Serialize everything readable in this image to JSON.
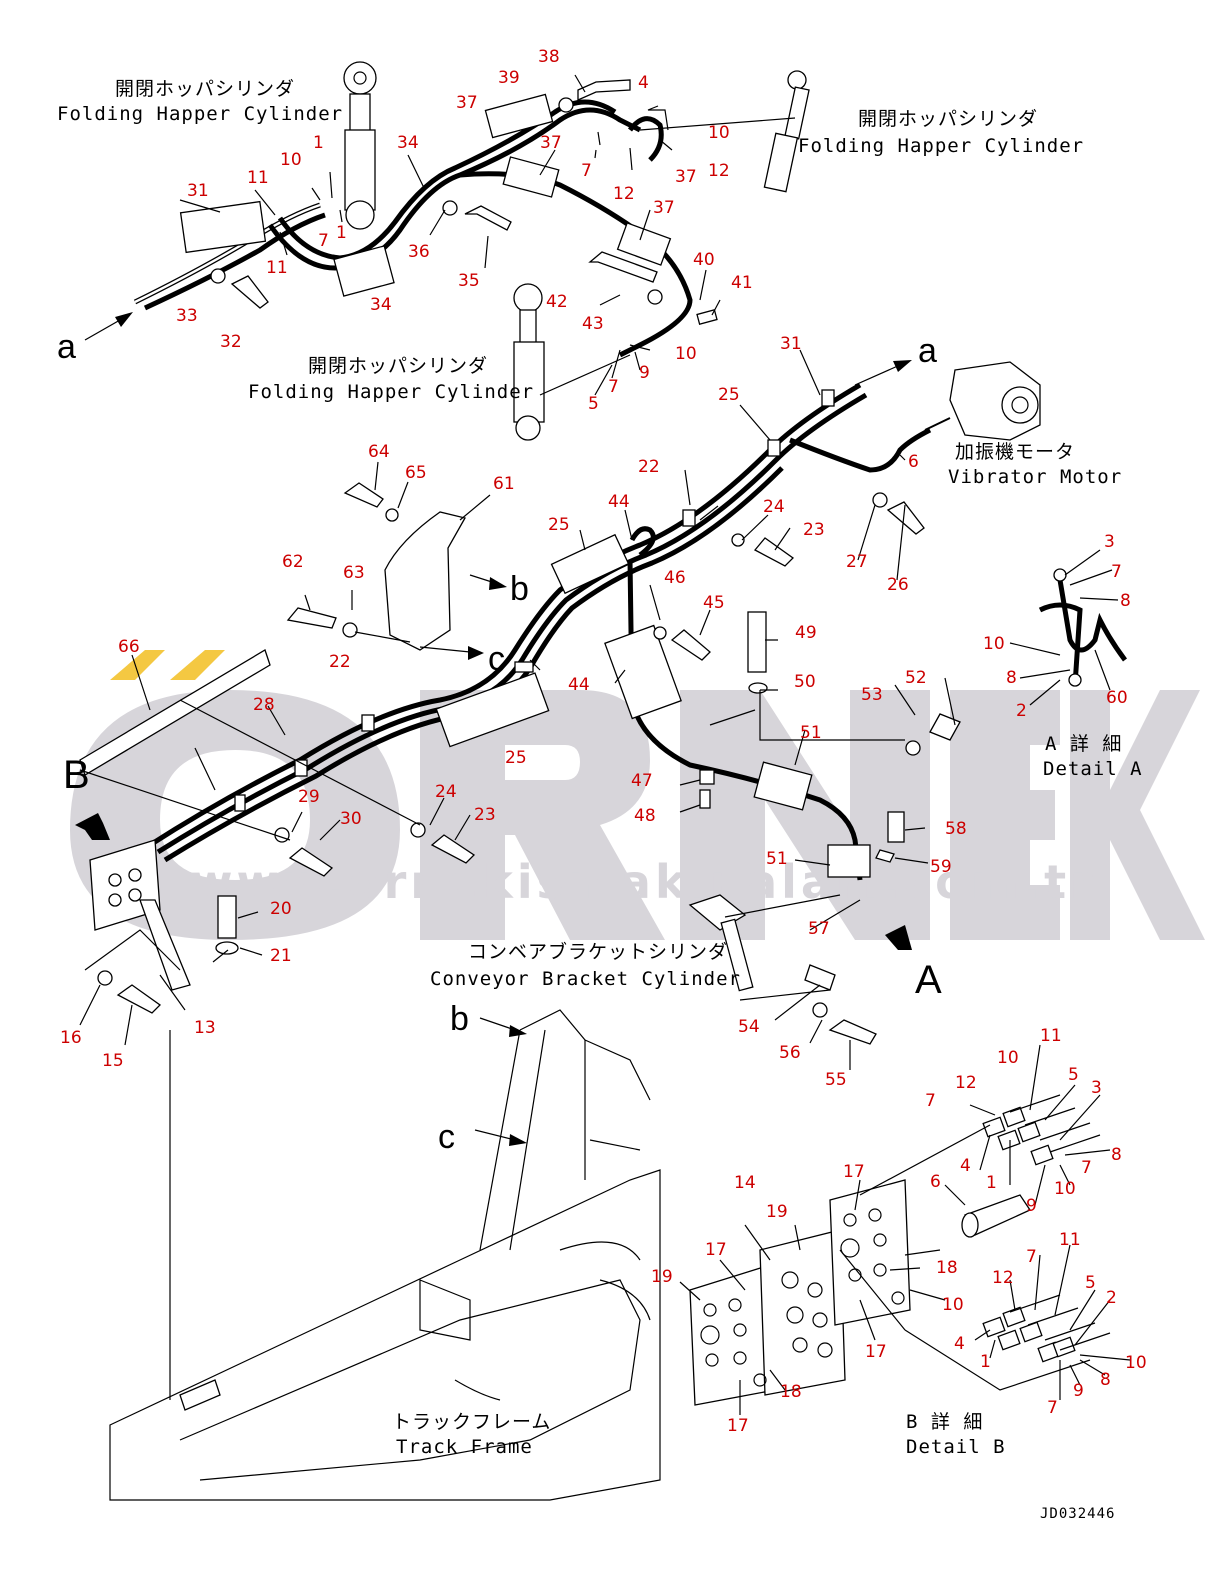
{
  "watermark": {
    "logo_text": "ÖRNEK",
    "url": "www.ornekismakinalari.com.tr",
    "accent_color": "#f4c842",
    "gray_color": "#d7d5da"
  },
  "captions": {
    "hopper1_jp": "開閉ホッパシリンダ",
    "hopper1_en": "Folding Happer Cylinder",
    "hopper2_jp": "開閉ホッパシリンダ",
    "hopper2_en": "Folding Happer Cylinder",
    "hopper3_jp": "開閉ホッパシリンダ",
    "hopper3_en": "Folding Happer Cylinder",
    "vibrator_jp": "加振機モータ",
    "vibrator_en": "Vibrator Motor",
    "detailA_jp": "A 詳 細",
    "detailA_en": "Detail A",
    "conveyor_jp": "コンベアブラケットシリンダ",
    "conveyor_en": "Conveyor Bracket Cylinder",
    "track_jp": "トラックフレーム",
    "track_en": "Track Frame",
    "detailB_jp": "B 詳 細",
    "detailB_en": "Detail B",
    "drawing_no": "JD032446"
  },
  "view_letters": {
    "a1": "a",
    "a2": "a",
    "b1": "b",
    "b2": "b",
    "c1": "c",
    "c2": "c",
    "A": "A",
    "B": "B"
  },
  "callouts": [
    "38",
    "39",
    "4",
    "37",
    "10",
    "37",
    "12",
    "7",
    "37",
    "12",
    "34",
    "37",
    "1",
    "10",
    "11",
    "31",
    "7",
    "1",
    "11",
    "36",
    "35",
    "34",
    "33",
    "32",
    "40",
    "41",
    "42",
    "43",
    "10",
    "9",
    "7",
    "5",
    "31",
    "25",
    "22",
    "44",
    "24",
    "23",
    "27",
    "26",
    "6",
    "64",
    "65",
    "61",
    "62",
    "63",
    "25",
    "46",
    "45",
    "49",
    "3",
    "7",
    "8",
    "10",
    "8",
    "2",
    "60",
    "66",
    "22",
    "28",
    "44",
    "50",
    "25",
    "53",
    "52",
    "51",
    "29",
    "24",
    "23",
    "30",
    "47",
    "48",
    "58",
    "59",
    "51",
    "57",
    "20",
    "21",
    "13",
    "16",
    "15",
    "54",
    "56",
    "55",
    "11",
    "10",
    "12",
    "5",
    "3",
    "7",
    "8",
    "4",
    "1",
    "10",
    "7",
    "6",
    "9",
    "14",
    "17",
    "19",
    "17",
    "18",
    "10",
    "19",
    "17",
    "17",
    "18",
    "11",
    "7",
    "12",
    "5",
    "2",
    "4",
    "1",
    "10",
    "7",
    "9",
    "8",
    "17"
  ]
}
